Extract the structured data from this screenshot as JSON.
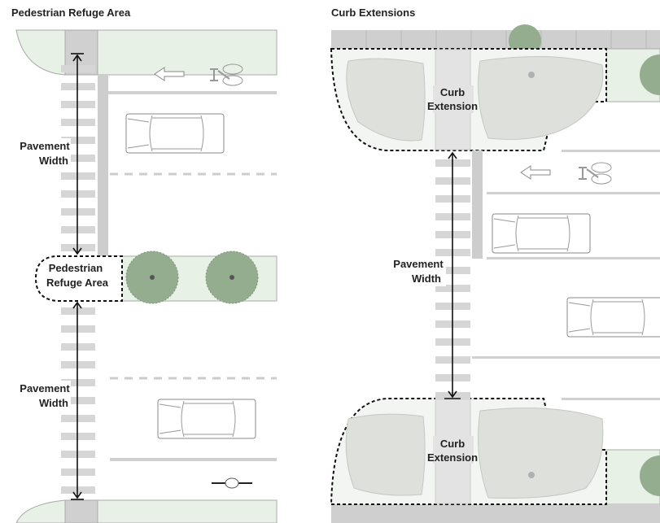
{
  "panels": {
    "left": {
      "title": "Pedestrian Refuge Area",
      "top_measure": [
        "Pavement",
        "Width"
      ],
      "refuge_label": [
        "Pedestrian",
        "Refuge Area"
      ],
      "bottom_measure": [
        "Pavement",
        "Width"
      ]
    },
    "right": {
      "title": "Curb Extensions",
      "top_extension": [
        "Curb",
        "Extension"
      ],
      "measure": [
        "Pavement",
        "Width"
      ],
      "bottom_extension": [
        "Curb",
        "Extension"
      ]
    }
  },
  "colors": {
    "sidewalk_green": "#e8f1e6",
    "curb_gray": "#c8c8c8",
    "tree_green": "#93ad8e",
    "planting_gray": "#dde0db",
    "dashed_outline": "#111111"
  }
}
